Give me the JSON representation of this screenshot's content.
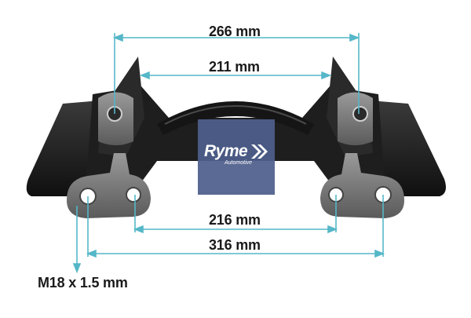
{
  "dimensions": {
    "top_outer": "266 mm",
    "top_inner": "211 mm",
    "bottom_inner": "216 mm",
    "bottom_outer": "316 mm",
    "thread": "M18 x 1.5 mm"
  },
  "logo": {
    "name": "Ryme",
    "tagline": "Automotive",
    "icon": "double-chevron-icon"
  },
  "colors": {
    "dimension_line": "#55b7c8",
    "part_body": "#1b1b1b",
    "part_highlight": "#8a8a8a",
    "logo_bg": "#4d5f8c",
    "logo_text": "#ffffff",
    "label_text": "#1a1a1a"
  }
}
